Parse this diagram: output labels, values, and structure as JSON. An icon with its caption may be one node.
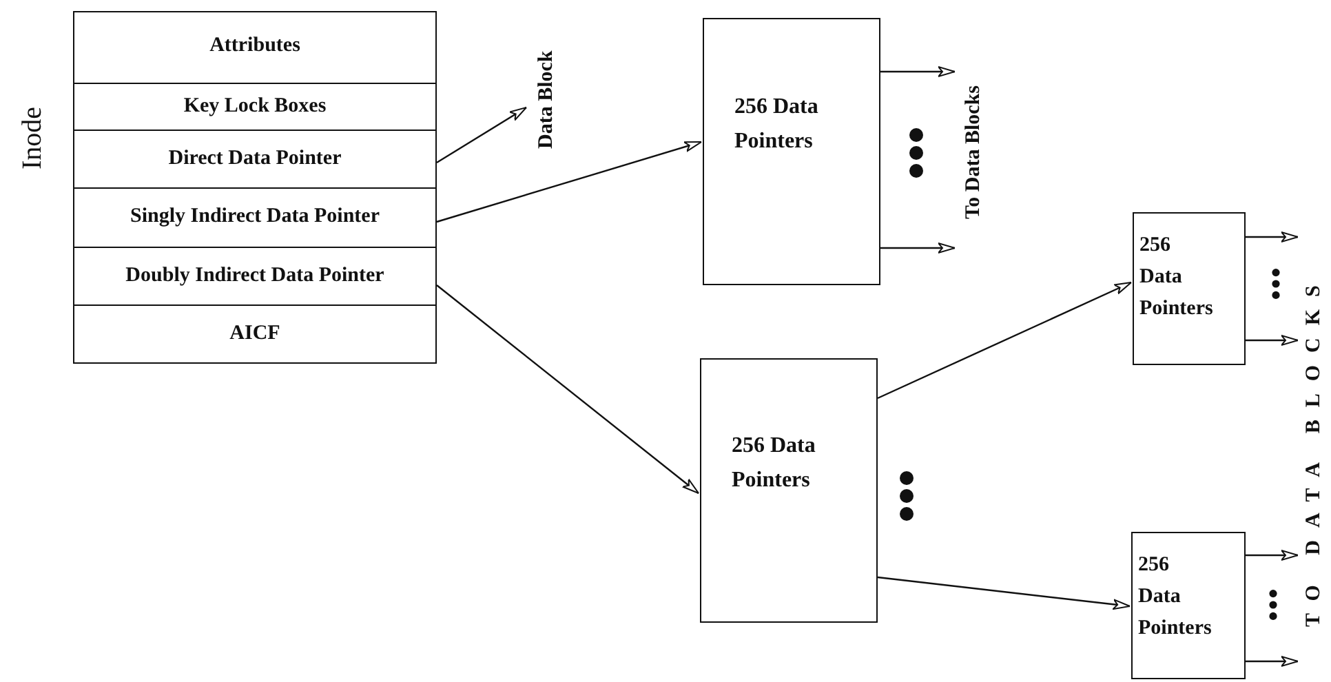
{
  "diagram": {
    "nodes": [
      {
        "text": [],
        "shape": "box",
        "beside": [
          "Inode"
        ]
      },
      {
        "text": [
          "Attributes"
        ],
        "in": 0
      },
      {
        "text": [
          "Key Lock Boxes"
        ],
        "in": 0
      },
      {
        "text": [
          "Direct Data Pointer"
        ],
        "in": 0
      },
      {
        "text": [
          "Singly Indirect Data Pointer"
        ],
        "in": 0
      },
      {
        "text": [
          "Doubly Indirect Data Pointer"
        ],
        "in": 0
      },
      {
        "text": [
          "AICF"
        ],
        "in": 0
      },
      {
        "text": [
          "Data Block"
        ]
      },
      {
        "text": [
          "256 Data Pointers"
        ]
      },
      {
        "text": [
          "To Data Blocks"
        ]
      },
      {
        "text": [
          "256 Data Pointers"
        ]
      },
      {
        "text": [
          "256 Data Pointers"
        ]
      },
      {
        "text": [
          "256 Data Pointers"
        ]
      },
      {
        "text": [
          "TO DATA BLOCKS"
        ]
      }
    ],
    "edges": [
      {
        "from": 3,
        "to": 7,
        "arrow": "to"
      },
      {
        "from": 4,
        "to": 8,
        "arrow": "to"
      },
      {
        "from": 5,
        "to": 10,
        "arrow": "to"
      },
      {
        "from": 8,
        "to": 9,
        "arrow": "to"
      },
      {
        "from": 8,
        "to": 9,
        "arrow": "to"
      },
      {
        "from": 10,
        "to": 11,
        "arrow": "to"
      },
      {
        "from": 10,
        "to": 12,
        "arrow": "to"
      },
      {
        "from": 11,
        "to": 13,
        "arrow": "to"
      },
      {
        "from": 11,
        "to": 13,
        "arrow": "to"
      },
      {
        "from": 12,
        "to": 13,
        "arrow": "to"
      },
      {
        "from": 12,
        "to": 13,
        "arrow": "to"
      }
    ]
  }
}
